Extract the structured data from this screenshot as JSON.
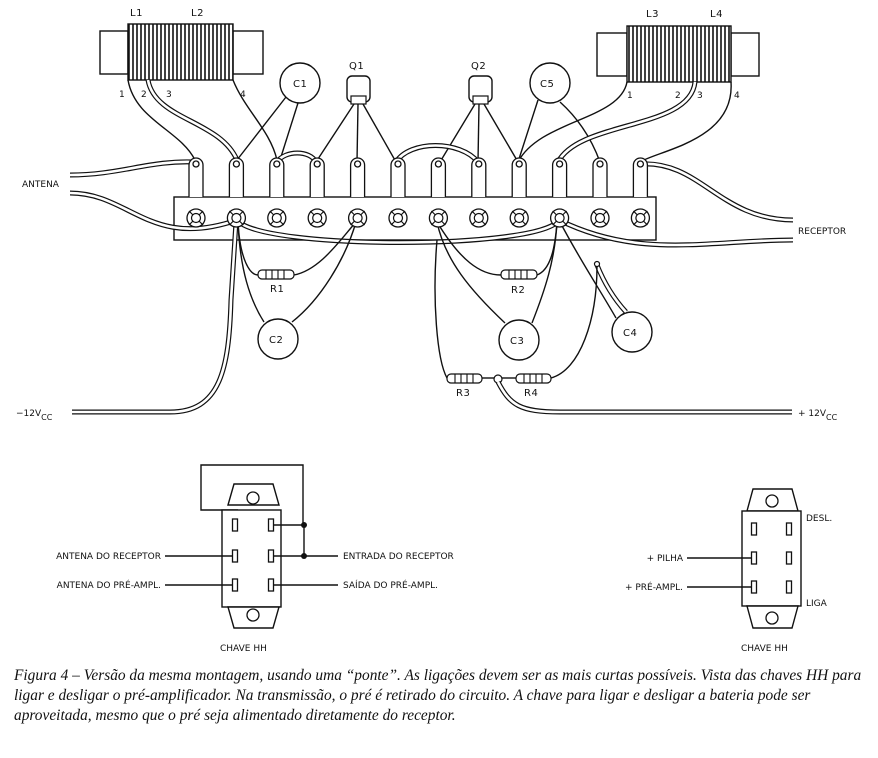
{
  "figure": {
    "coils": [
      {
        "id": "L1",
        "label": "L1"
      },
      {
        "id": "L2",
        "label": "L2"
      },
      {
        "id": "L3",
        "label": "L3"
      },
      {
        "id": "L4",
        "label": "L4"
      }
    ],
    "coil_left_pins": [
      "1",
      "2",
      "3",
      "4"
    ],
    "coil_right_pins": [
      "1",
      "2",
      "3",
      "4"
    ],
    "capacitors": [
      "C1",
      "C2",
      "C3",
      "C4",
      "C5"
    ],
    "transistors": [
      "Q1",
      "Q2"
    ],
    "resistors": [
      "R1",
      "R2",
      "R3",
      "R4"
    ],
    "terminal_count": 12,
    "connections": {
      "antena": "ANTENA",
      "receptor": "RECEPTOR",
      "neg_supply_main": "−12V",
      "neg_supply_sub": "CC",
      "pos_supply_main": "+ 12V",
      "pos_supply_sub": "CC"
    }
  },
  "switch_left": {
    "title": "CHAVE HH",
    "left_labels": [
      "ANTENA DO RECEPTOR",
      "ANTENA DO PRÉ-AMPL."
    ],
    "right_labels": [
      "ENTRADA DO RECEPTOR",
      "SAÍDA DO PRÉ-AMPL."
    ]
  },
  "switch_right": {
    "title": "CHAVE HH",
    "left_labels": [
      "+ PILHA",
      "+ PRÉ-AMPL."
    ],
    "top_label": "DESL.",
    "bottom_label": "LIGA"
  },
  "caption": {
    "figure_ref": "Figura 4",
    "text": " – Versão da mesma montagem, usando uma “ponte”. As ligações devem ser as mais curtas possíveis. Vista das chaves HH para ligar e desligar o pré-amplificador. Na transmissão, o pré é retirado do circuito. A chave para ligar e desligar a bateria pode ser aproveitada, mesmo que o pré seja alimentado diretamente do receptor."
  }
}
